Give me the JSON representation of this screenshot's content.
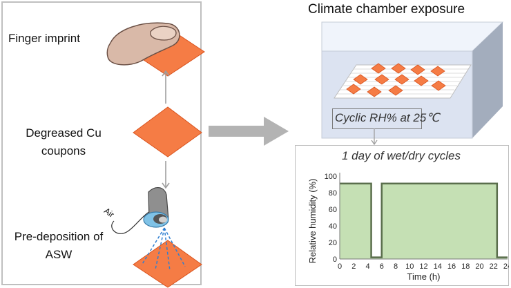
{
  "left_panel": {
    "finger_label": "Finger imprint",
    "degreased_label": "Degreased Cu coupons",
    "predeposition_label": "Pre-deposition of ASW",
    "air_label": "Air"
  },
  "climate": {
    "title": "Climate chamber exposure",
    "cyclic_label": "Cyclic RH% at 25℃"
  },
  "chart_data": {
    "type": "area",
    "title": "1 day of wet/dry cycles",
    "xlabel": "Time (h)",
    "ylabel": "Relative humidity (%)",
    "xlim": [
      0,
      24
    ],
    "ylim": [
      0,
      100
    ],
    "xticks": [
      0,
      2,
      4,
      6,
      8,
      10,
      12,
      14,
      16,
      18,
      20,
      22,
      24
    ],
    "yticks": [
      0,
      20,
      40,
      60,
      80,
      100
    ],
    "x": [
      0,
      4.5,
      4.5,
      6,
      6,
      22.5,
      22.5,
      24
    ],
    "y": [
      91,
      91,
      2,
      2,
      91,
      91,
      2,
      2
    ],
    "colors": {
      "fill": "#c5e0b4",
      "line": "#5a6e4c"
    }
  },
  "colors": {
    "copper": "#f57c45",
    "copper_edge": "#d9531e",
    "chamber_front": "#dce3f1",
    "chamber_side": "#a4aebd"
  }
}
